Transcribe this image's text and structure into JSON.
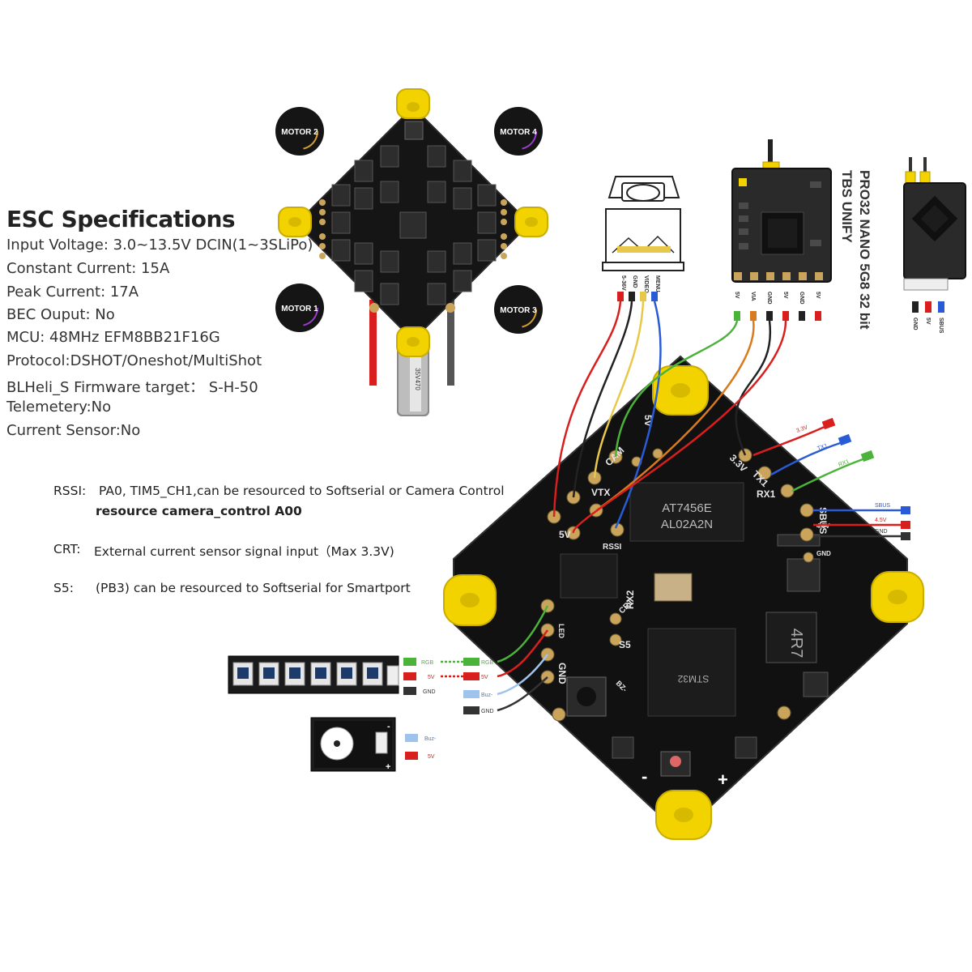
{
  "esc_specs": {
    "title": "ESC Specifications",
    "lines": [
      "Input Voltage: 3.0~13.5V DCIN(1~3SLiPo)",
      "Constant Current: 15A",
      "Peak Current: 17A",
      "BEC Ouput: No",
      "MCU: 48MHz EFM8BB21F16G",
      "Protocol:DSHOT/Oneshot/MultiShot",
      "BLHeli_S Firmware target： S-H-50",
      "Telemetery:No",
      "Current Sensor:No"
    ]
  },
  "notes": {
    "rssi_label": "RSSI:",
    "rssi_text": "PA0, TIM5_CH1,can be resourced to Softserial or Camera Control",
    "rssi_bold": "resource camera_control A00",
    "crt_label": "CRT:",
    "crt_text": "External current sensor signal input（Max 3.3V)",
    "s5_label": "S5:",
    "s5_text": "(PB3) can be resourced to Softserial for Smartport"
  },
  "esc_board": {
    "motor_labels": [
      "MOTOR 2",
      "MOTOR 4",
      "MOTOR 1",
      "MOTOR 3"
    ],
    "capacitor_label": "35V470"
  },
  "camera": {
    "pins": [
      "5-36V",
      "GND",
      "VIDEO",
      "MENU"
    ]
  },
  "vtx": {
    "title_line1": "TBS UNIFY",
    "title_line2": "PRO32 NANO 5G8 32 bit",
    "pins": [
      "5V",
      "VIA",
      "GND",
      "5V",
      "GND",
      "5V"
    ]
  },
  "receiver": {
    "pins": [
      "GND",
      "5V",
      "SBUS"
    ]
  },
  "fc_board": {
    "pad_labels": [
      "3.3V",
      "TX1",
      "RX1",
      "SBUS",
      "4.5V",
      "GND",
      "5V",
      "CAM",
      "VTX",
      "RSSI",
      "5V",
      "CRT",
      "RX2",
      "S5",
      "GND",
      "LED",
      "BZ-"
    ],
    "chip_labels": [
      "AT7456E",
      "AL02A2N",
      "STM32",
      "4R7"
    ],
    "right_wires": [
      "3.3V",
      "TX1",
      "RX1",
      "SBUS",
      "4.5V",
      "GND"
    ],
    "polarity_minus": "-",
    "polarity_plus": "+"
  },
  "led_strip": {
    "wires": [
      "RGB",
      "5V",
      "GND"
    ],
    "fc_wires": [
      "RGB",
      "5V",
      "Buz-",
      "GND"
    ]
  },
  "buzzer": {
    "wires": [
      "Buz-",
      "5V"
    ],
    "minus": "-",
    "plus": "+"
  },
  "colors": {
    "pcb": "#111111",
    "pad": "#c9a45a",
    "spacer": "#f2d300",
    "wire_red": "#d91e1e",
    "wire_blue": "#2a5bd7",
    "wire_green": "#4bb33a",
    "wire_yellow": "#e8c84a",
    "wire_orange": "#d87a1e",
    "wire_black": "#222222"
  }
}
